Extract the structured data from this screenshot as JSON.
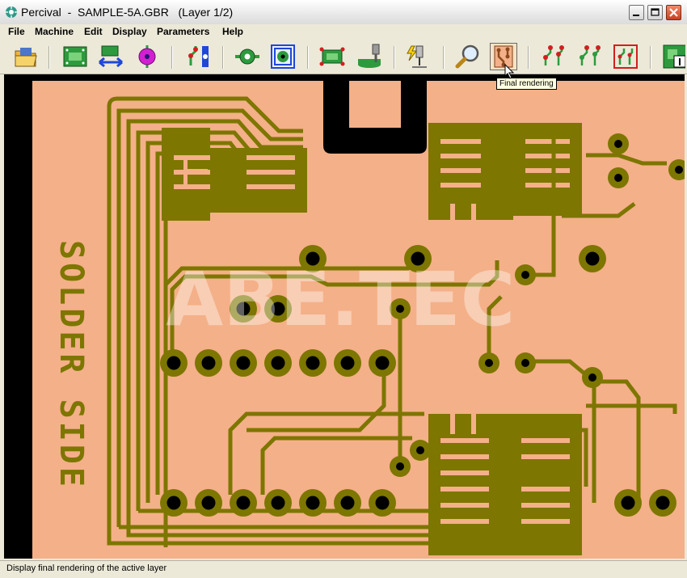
{
  "app": {
    "title": "Percival  -  SAMPLE-5A.GBR   (Layer 1/2)"
  },
  "menu": [
    "File",
    "Machine",
    "Edit",
    "Display",
    "Parameters",
    "Help"
  ],
  "toolbar": {
    "tooltip": "Final rendering",
    "active_button": "final-rendering"
  },
  "board": {
    "silkscreen_text": "SOLDER SIDE",
    "watermark": "ABE.TEC",
    "colors": {
      "copper": "#7d7600",
      "substrate": "#f4b088",
      "background": "#000000",
      "hole": "#000000"
    }
  },
  "status": {
    "text": "Display final rendering of the active layer"
  }
}
